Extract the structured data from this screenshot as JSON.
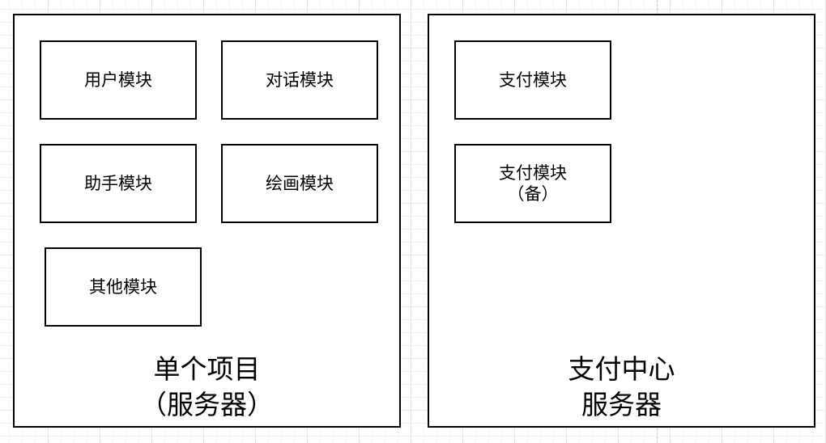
{
  "single_project_server": {
    "modules": [
      {
        "label": "用户模块"
      },
      {
        "label": "对话模块"
      },
      {
        "label": "助手模块"
      },
      {
        "label": "绘画模块"
      },
      {
        "label": "其他模块"
      }
    ],
    "title_line1": "单个项目",
    "title_line2": "（服务器）"
  },
  "payment_center_server": {
    "modules": [
      {
        "label": "支付模块"
      },
      {
        "label": "支付模块",
        "sub_label": "（备）"
      }
    ],
    "title_line1": "支付中心",
    "title_line2": "服务器"
  }
}
